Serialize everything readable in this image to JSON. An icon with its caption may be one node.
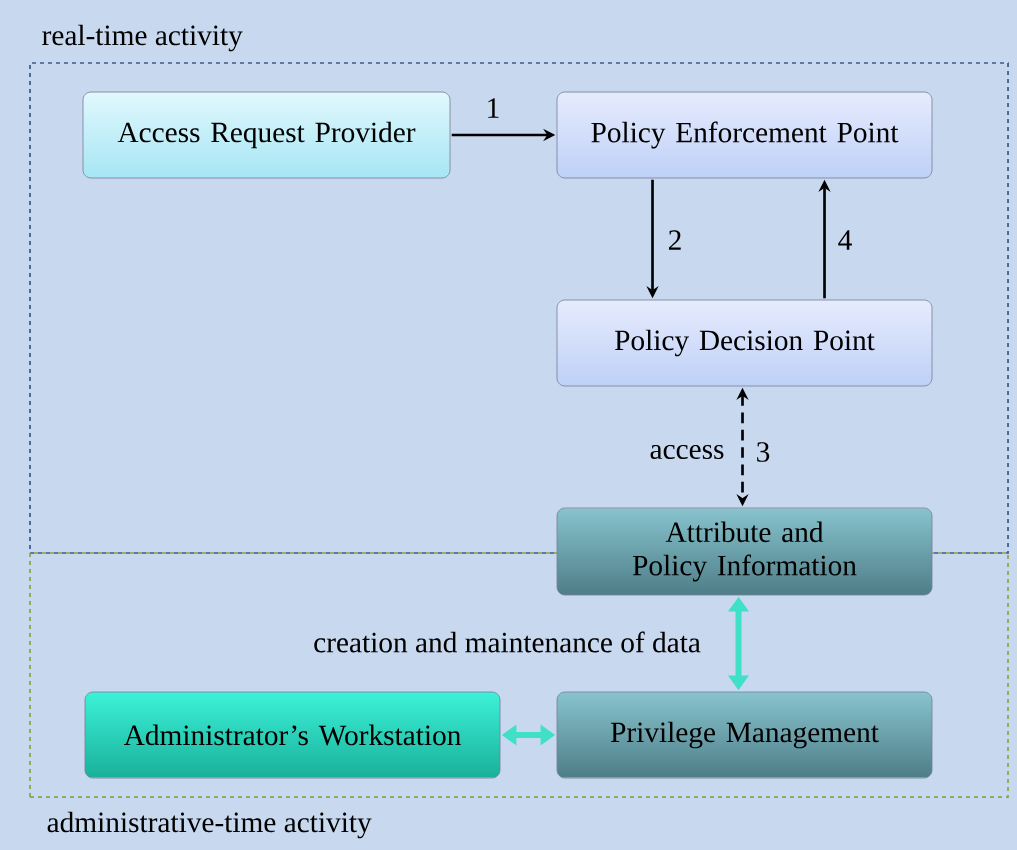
{
  "diagram": {
    "nodes": [
      {
        "text": [
          "real-time activity"
        ]
      },
      {
        "text": [
          "administrative-time activity"
        ]
      },
      {
        "text": [
          "Access Request Provider"
        ],
        "in": 0
      },
      {
        "text": [
          "Policy Enforcement Point"
        ],
        "in": 0
      },
      {
        "text": [
          "Policy Decision Point"
        ],
        "in": 0
      },
      {
        "text": [
          "Attribute and Policy Information"
        ]
      },
      {
        "text": [
          "Administrator’s Workstation"
        ],
        "in": 1
      },
      {
        "text": [
          "Privilege Management"
        ],
        "in": 1
      }
    ],
    "edges": [
      {
        "from": 2,
        "to": 3,
        "arrow": "to",
        "label": "1"
      },
      {
        "from": 3,
        "to": 4,
        "arrow": "to",
        "label": "2"
      },
      {
        "from": 4,
        "to": 3,
        "arrow": "to",
        "label": "4"
      },
      {
        "from": 4,
        "to": 5,
        "arrow": "both",
        "label": "3",
        "style": "dashed"
      },
      {
        "from": 5,
        "to": 7,
        "arrow": "both",
        "label": "creation and maintenance of data",
        "style": "thick",
        "color": "#40e0c8"
      },
      {
        "from": 6,
        "to": 7,
        "arrow": "both",
        "style": "thick",
        "color": "#40e0c8"
      }
    ],
    "labels": [
      "access"
    ]
  }
}
